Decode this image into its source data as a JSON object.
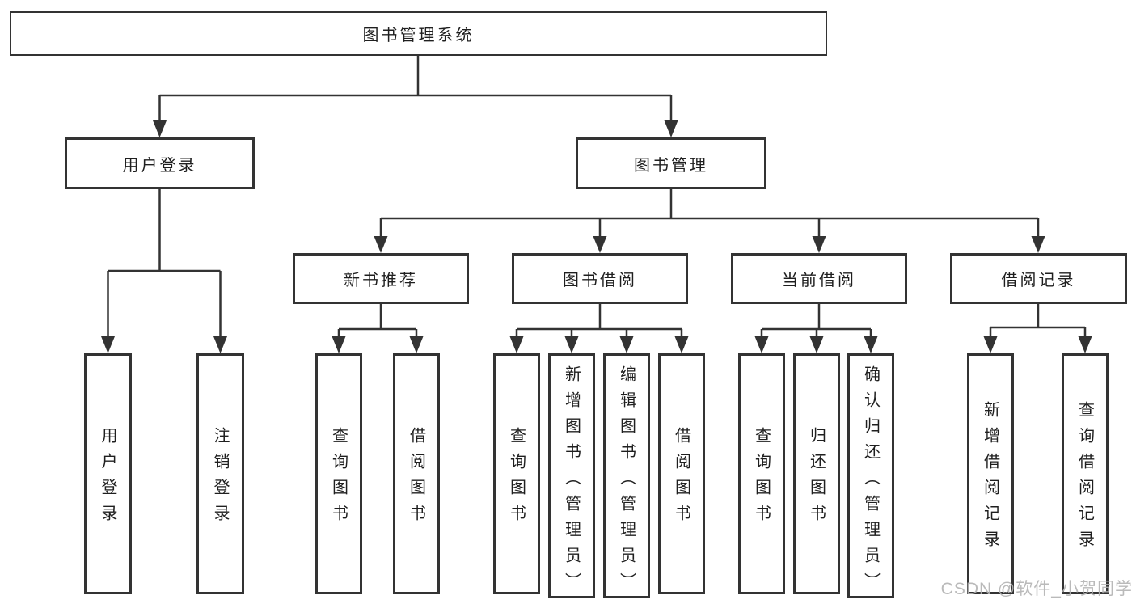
{
  "tree": {
    "root": {
      "label": "图书管理系统"
    },
    "branches": [
      {
        "label": "用户登录",
        "children": [
          {
            "label": "用户登录"
          },
          {
            "label": "注销登录"
          }
        ]
      },
      {
        "label": "图书管理",
        "sections": [
          {
            "label": "新书推荐",
            "children": [
              {
                "label": "查询图书"
              },
              {
                "label": "借阅图书"
              }
            ]
          },
          {
            "label": "图书借阅",
            "children": [
              {
                "label": "查询图书"
              },
              {
                "label": "新增图书（管理员）"
              },
              {
                "label": "编辑图书（管理员）"
              },
              {
                "label": "借阅图书"
              }
            ]
          },
          {
            "label": "当前借阅",
            "children": [
              {
                "label": "查询图书"
              },
              {
                "label": "归还图书"
              },
              {
                "label": "确认归还（管理员）"
              }
            ]
          },
          {
            "label": "借阅记录",
            "children": [
              {
                "label": "新增借阅记录"
              },
              {
                "label": "查询借阅记录"
              }
            ]
          }
        ]
      }
    ]
  },
  "watermark": {
    "text": "CSDN @软件_小贺同学"
  },
  "colors": {
    "line": "#333333",
    "text": "#1f1f1f",
    "background": "#ffffff",
    "watermark": "#b2b2b2"
  }
}
